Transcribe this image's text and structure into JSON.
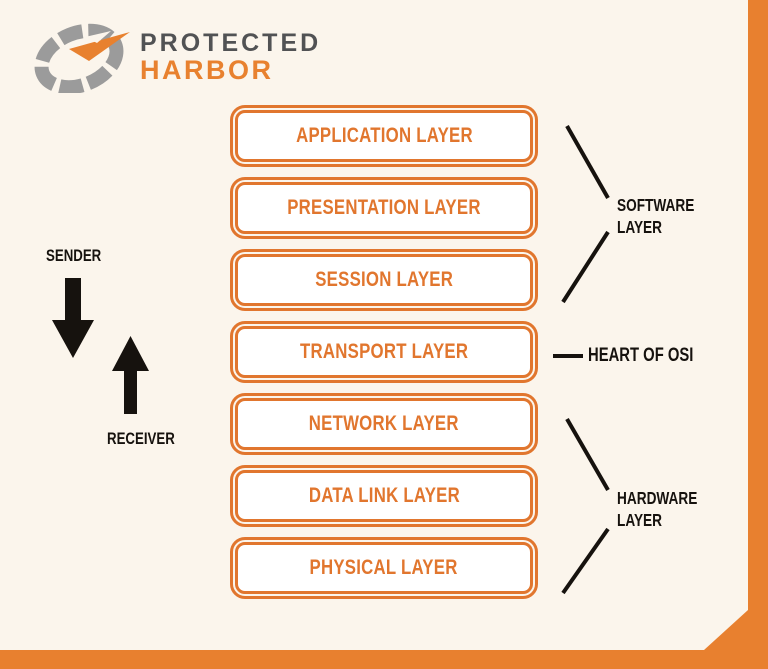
{
  "brand": {
    "line1": "PROTECTED",
    "line2": "HARBOR"
  },
  "osi": {
    "layers": [
      "APPLICATION LAYER",
      "PRESENTATION LAYER",
      "SESSION LAYER",
      "TRANSPORT LAYER",
      "NETWORK LAYER",
      "DATA LINK LAYER",
      "PHYSICAL LAYER"
    ]
  },
  "flow": {
    "sender_label": "SENDER",
    "receiver_label": "RECEIVER"
  },
  "annotations": {
    "software": {
      "line1": "SOFTWARE",
      "line2": "LAYER"
    },
    "heart": {
      "label": "HEART OF OSI"
    },
    "hardware": {
      "line1": "HARDWARE",
      "line2": "LAYER"
    }
  },
  "colors": {
    "frame_orange": "#E8802F",
    "box_orange": "#E1762E",
    "brand_orange": "#E8812F",
    "background_cream": "#FBF5EC",
    "ink_black": "#16120E",
    "logo_gray": "#9B9B9B",
    "brand_gray": "#515254"
  }
}
